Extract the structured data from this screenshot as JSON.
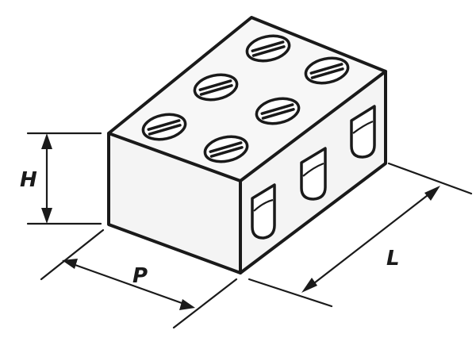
{
  "dimensions": {
    "height_label": "H",
    "depth_label": "P",
    "length_label": "L"
  },
  "terminal_block": {
    "top_screw_holes": 6,
    "side_wire_openings": 3
  }
}
